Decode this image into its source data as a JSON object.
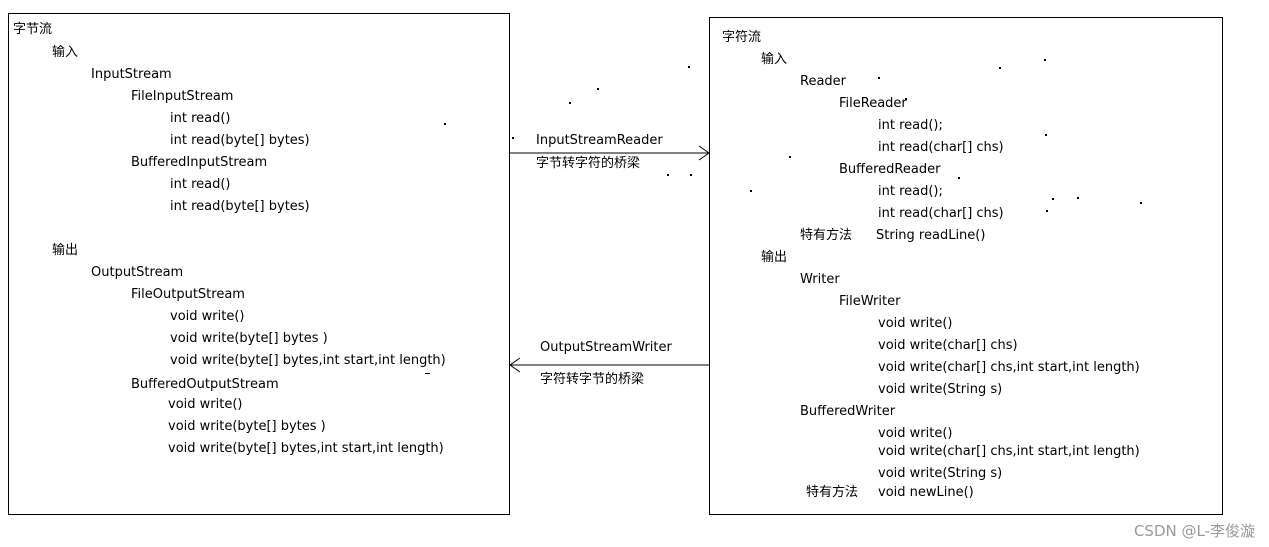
{
  "byte_stream": {
    "title": "字节流",
    "input_label": "输入",
    "input_stream": "InputStream",
    "file_input_stream": "FileInputStream",
    "fis_read": "int read()",
    "fis_read_bytes": "int read(byte[] bytes)",
    "buffered_input_stream": "BufferedInputStream",
    "bis_read": "int read()",
    "bis_read_bytes": "int read(byte[] bytes)",
    "output_label": "输出",
    "output_stream": "OutputStream",
    "file_output_stream": "FileOutputStream",
    "fos_write": "void write()",
    "fos_write_bytes": "void write(byte[] bytes )",
    "fos_write_range": "void write(byte[] bytes,int start,int length)",
    "buffered_output_stream": "BufferedOutputStream",
    "bos_write": "void write()",
    "bos_write_bytes": "void write(byte[] bytes )",
    "bos_write_range": "void write(byte[] bytes,int start,int length)"
  },
  "char_stream": {
    "title": "字符流",
    "input_label": "输入",
    "reader": "Reader",
    "file_reader": "FileReader",
    "fr_read": "int read();",
    "fr_read_chs": "int read(char[] chs)",
    "buffered_reader": "BufferedReader",
    "br_read": "int read();",
    "br_read_chs": "int read(char[] chs)",
    "br_special_label": "特有方法",
    "br_special_method": "String readLine()",
    "output_label": "输出",
    "writer": "Writer",
    "file_writer": "FileWriter",
    "fw_write": "void write()",
    "fw_write_chs": "void write(char[] chs)",
    "fw_write_range": "void write(char[] chs,int start,int length)",
    "fw_write_string": "void write(String s)",
    "buffered_writer": "BufferedWriter",
    "bw_write": "void write()",
    "bw_write_range": "void write(char[] chs,int start,int length)",
    "bw_write_string": "void write(String s)",
    "bw_special_label": "特有方法",
    "bw_special_method": "void newLine()"
  },
  "bridges": {
    "input_bridge_name": "InputStreamReader",
    "input_bridge_desc": "字节转字符的桥梁",
    "output_bridge_name": "OutputStreamWriter",
    "output_bridge_desc": "字符转字节的桥梁"
  },
  "watermark": "CSDN @L-李俊漩",
  "colors": {
    "line": "#000000",
    "watermark": "#9a9a9a",
    "background": "#ffffff"
  }
}
